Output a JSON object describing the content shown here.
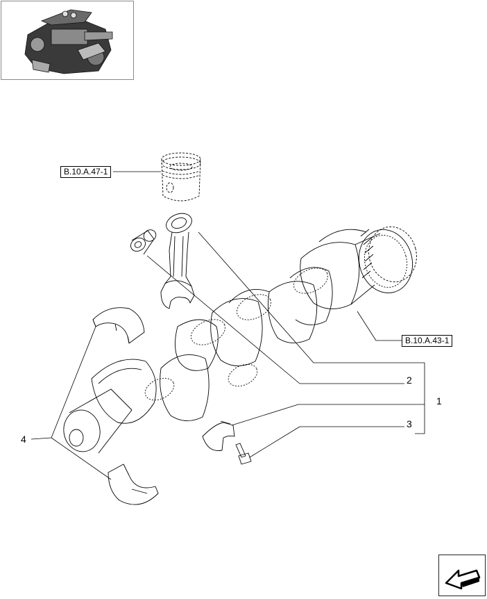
{
  "references": {
    "piston": "B.10.A.47-1",
    "crankshaft": "B.10.A.43-1"
  },
  "callouts": {
    "c1": "1",
    "c2": "2",
    "c3": "3",
    "c4": "4"
  },
  "thumbnail": {
    "icon": "engine-thumbnail-icon"
  },
  "navigation": {
    "icon": "next-page-arrow-icon"
  }
}
